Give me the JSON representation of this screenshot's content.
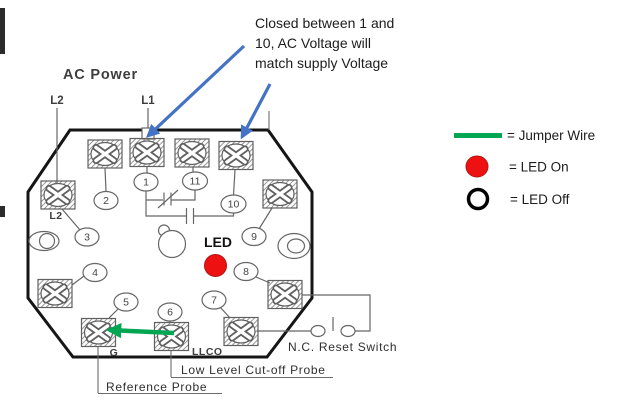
{
  "annotation": {
    "line1": "Closed between 1 and",
    "line2": "10, AC Voltage will",
    "line3": "match supply Voltage"
  },
  "diagram": {
    "title": "AC Power",
    "l2_label": "L2",
    "l1_label": "L1",
    "l2_terminal_label": "L2",
    "led_label": "LED",
    "g_label": "G",
    "llco_label": "LLCO",
    "nc_reset_label": "N.C. Reset Switch",
    "low_level_label": "Low Level Cut-off Probe",
    "reference_label": "Reference Probe",
    "pins": {
      "p1": "1",
      "p2": "2",
      "p3": "3",
      "p4": "4",
      "p5": "5",
      "p6": "6",
      "p7": "7",
      "p8": "8",
      "p9": "9",
      "p10": "10",
      "p11": "11"
    }
  },
  "legend": {
    "jumper": {
      "label": "= Jumper Wire",
      "color": "#00A651"
    },
    "led_on": {
      "label": "= LED On",
      "color": "#EE1111"
    },
    "led_off": {
      "label": "= LED Off",
      "color": "#000000"
    }
  },
  "colors": {
    "arrow_blue": "#4472C4",
    "jumper_green": "#00A651",
    "led_red": "#EE1111",
    "outline_black": "#151515",
    "line_gray": "#666666"
  }
}
